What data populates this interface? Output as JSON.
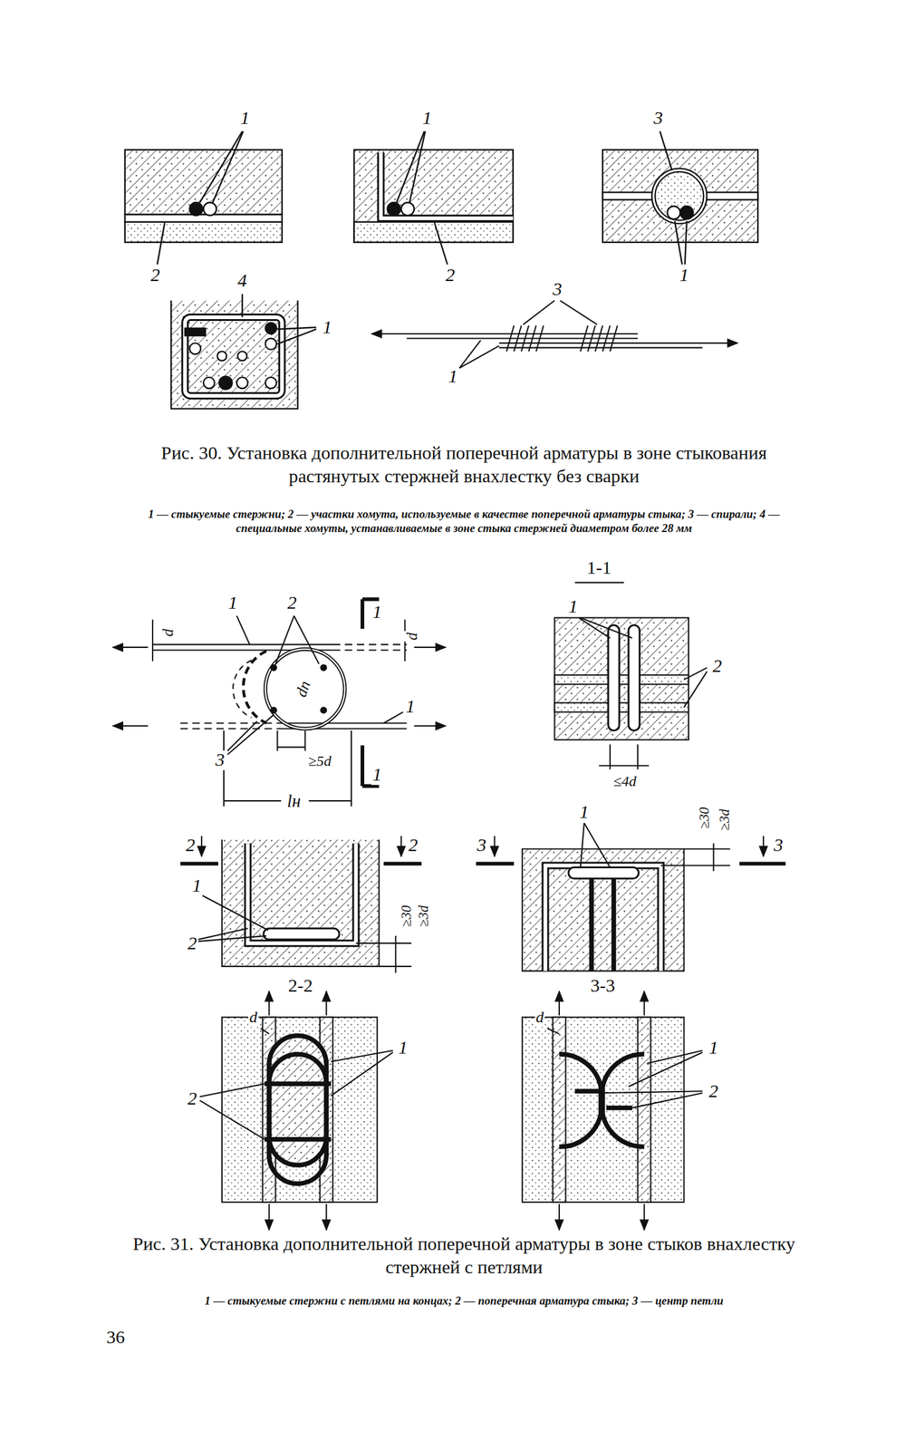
{
  "diagram": {
    "labels": [
      "1",
      "1",
      "3",
      "2",
      "2",
      "1",
      "4",
      "1",
      "3",
      "1",
      "Рис. 30. Установка дополнительной поперечной арматуры в зоне стыкования растянутых стержней внахлестку без сварки",
      "1 — стыкуемые стержни; 2 — участки хомута, используемые в качестве поперечной арматуры стыка; 3 — спирали; 4 — специальные хомуты, устанавливаемые в зоне стыка стержней диаметром более 28 мм",
      "1-1",
      "d",
      "1",
      "2",
      "1",
      "d",
      "dп",
      "1",
      "3",
      "≥5d",
      "1",
      "lн",
      "1",
      "2",
      "≤4d",
      "1",
      "≥30",
      "≥3d",
      "2",
      "2",
      "3",
      "3",
      "1",
      "≥30",
      "≥3d",
      "2",
      "2-2",
      "3-3",
      "d",
      "1",
      "2",
      "d",
      "1",
      "2",
      "Рис. 31. Установка дополнительной поперечной арматуры в зоне стыков внахлестку стержней с петлями",
      "1 — стыкуемые стержни с петлями на концах; 2 — поперечная арматура стыка; 3 — центр петли",
      "36"
    ]
  }
}
